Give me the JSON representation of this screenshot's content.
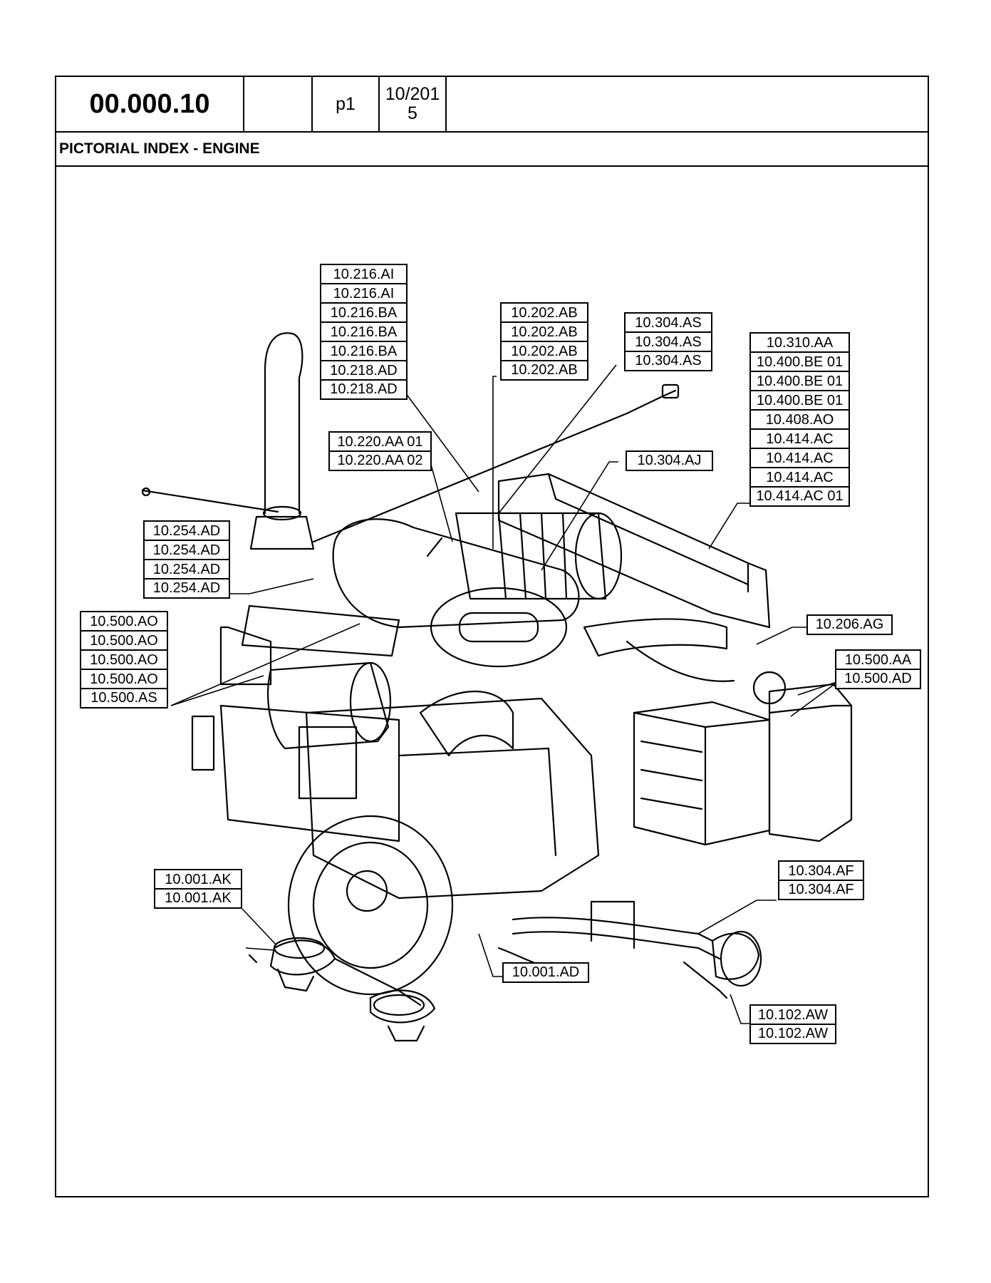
{
  "header": {
    "code": "00.000.10",
    "blank": "",
    "page": "p1",
    "date": "10/201 5"
  },
  "title": "PICTORIAL INDEX - ENGINE",
  "callouts": {
    "fuel_tank_group": [
      "10.216.AI",
      "10.216.AI",
      "10.216.BA",
      "10.216.BA",
      "10.216.BA",
      "10.218.AD",
      "10.218.AD"
    ],
    "pump_group": [
      "10.202.AB",
      "10.202.AB",
      "10.202.AB",
      "10.202.AB"
    ],
    "cooling_group": [
      "10.304.AS",
      "10.304.AS",
      "10.304.AS"
    ],
    "radiator_group": [
      "10.310.AA",
      "10.400.BE 01",
      "10.400.BE 01",
      "10.400.BE 01",
      "10.408.AO",
      "10.414.AC",
      "10.414.AC",
      "10.414.AC",
      "10.414.AC 01"
    ],
    "air_group": [
      "10.220.AA 01",
      "10.220.AA 02"
    ],
    "hose_group": [
      "10.304.AJ"
    ],
    "exhaust_group": [
      "10.254.AD",
      "10.254.AD",
      "10.254.AD",
      "10.254.AD"
    ],
    "electrical_group": [
      "10.500.AO",
      "10.500.AO",
      "10.500.AO",
      "10.500.AO",
      "10.500.AS"
    ],
    "intake_group": [
      "10.206.AG"
    ],
    "battery_group": [
      "10.500.AA",
      "10.500.AD"
    ],
    "filter_group": [
      "10.304.AF",
      "10.304.AF"
    ],
    "mount_group": [
      "10.001.AK",
      "10.001.AK"
    ],
    "flywheel_group": [
      "10.001.AD"
    ],
    "line_group": [
      "10.102.AW",
      "10.102.AW"
    ]
  }
}
